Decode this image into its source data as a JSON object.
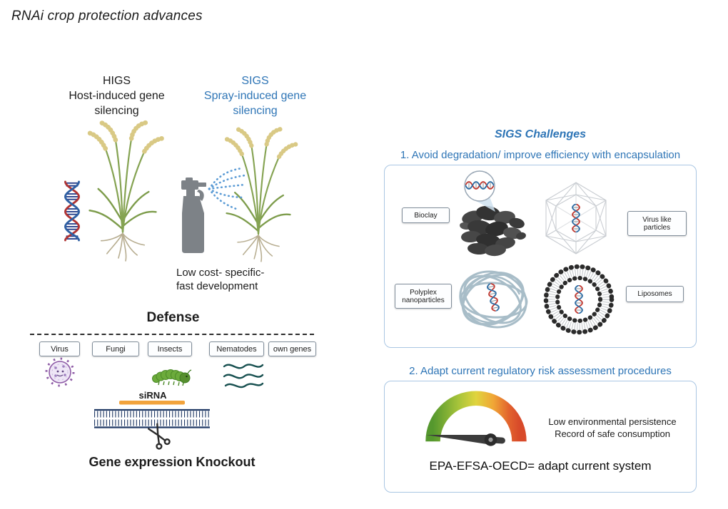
{
  "title": "RNAi crop protection advances",
  "left_panel": {
    "higs": {
      "abbr": "HIGS",
      "line1": "Host-induced gene",
      "line2": "silencing"
    },
    "sigs": {
      "abbr": "SIGS",
      "line1": "Spray-induced gene",
      "line2": "silencing"
    },
    "sigs_benefit_line1": "Low cost- specific-",
    "sigs_benefit_line2": "fast development",
    "defense_heading": "Defense",
    "targets": [
      "Virus",
      "Fungi",
      "Insects",
      "Nematodes",
      "own genes"
    ],
    "sirna_label": "siRNA",
    "knockout_heading": "Gene expression Knockout"
  },
  "right_panel": {
    "heading": "SIGS Challenges",
    "challenge1": "1. Avoid degradation/ improve efficiency with encapsulation",
    "encapsulation_labels": {
      "bioclay": "Bioclay",
      "virus_like_particles": "Virus like particles",
      "polyplex_nanoparticles": "Polyplex nanoparticles",
      "liposomes": "Liposomes"
    },
    "challenge2": "2. Adapt current regulatory risk assessment procedures",
    "regulatory": {
      "note_line1": "Low environmental persistence",
      "note_line2": "Record of safe consumption",
      "conclusion": "EPA-EFSA-OECD= adapt current system"
    }
  },
  "icons": {
    "dna": "dna-helix-icon",
    "wheat_plant": "wheat-plant-icon",
    "spray_bottle": "spray-bottle-icon",
    "spray_mist": "spray-mist-icon",
    "virus": "virus-icon",
    "caterpillar": "caterpillar-icon",
    "nematodes": "nematodes-icon",
    "scissors": "scissors-icon",
    "sirna_duplex": "sirna-duplex-icon",
    "bioclay": "bioclay-particles-icon",
    "magnifier": "magnifier-circle-icon",
    "virus_like_particle": "virus-like-particle-icon",
    "polyplex": "polyplex-tangle-icon",
    "liposome": "liposome-icon",
    "risk_gauge": "risk-gauge-icon"
  },
  "colors": {
    "heading_blue": "#2e75b6",
    "sirna_orange": "#f2a33c",
    "duplex_navy": "#1f3864",
    "panel_border_blue": "#a9c6e3",
    "gauge_green": "#55982e",
    "gauge_yellow": "#e0d43e",
    "gauge_red": "#d84a2a",
    "spray_blue": "#5b9bd5",
    "virus_purple": "#8e5ba6",
    "caterpillar_green": "#6cab3b",
    "nematode_teal": "#164f4f",
    "plant_green": "#85a352",
    "grain_gold": "#d9c985",
    "clay_dark": "#3a3a3a"
  }
}
